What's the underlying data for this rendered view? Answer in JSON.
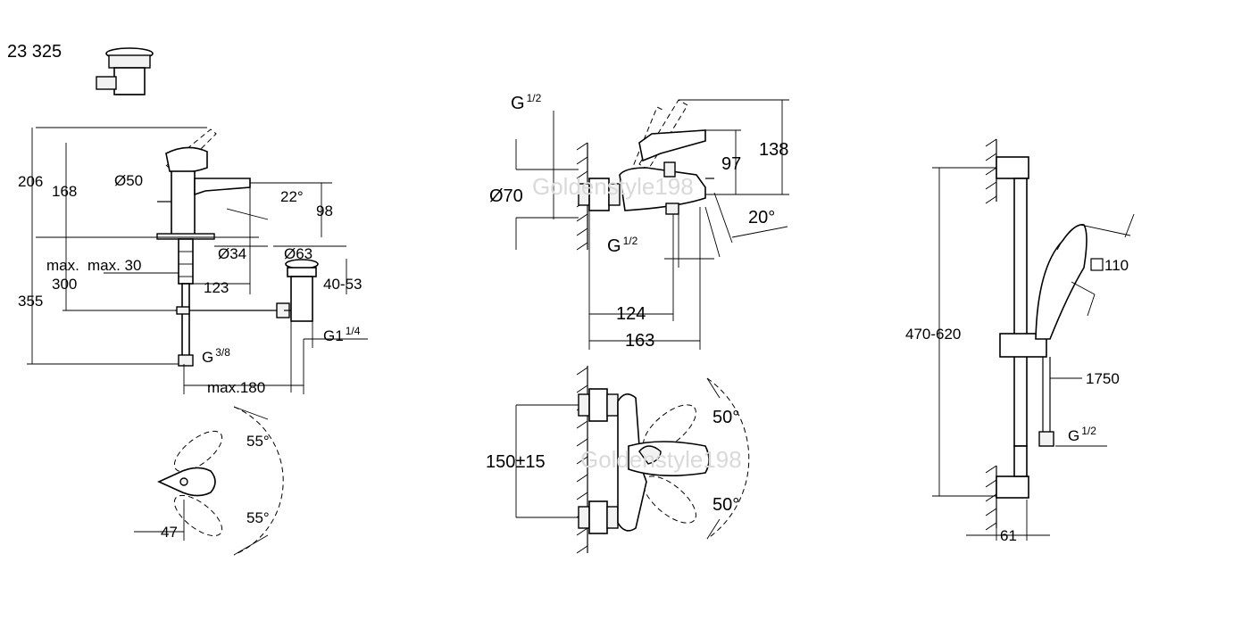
{
  "model_number": "23 325",
  "watermark": "Goldenstyle198",
  "basin_mixer": {
    "height_total": "206",
    "height_spout": "168",
    "body_diameter": "Ø50",
    "spout_angle": "22°",
    "spout_height": "98",
    "max_label": "max.",
    "max_30": "max. 30",
    "dim_300": "300",
    "base_diameter": "Ø34",
    "waste_diameter": "Ø63",
    "reach": "123",
    "range_40_53": "40-53",
    "height_355": "355",
    "waste_thread": "G1",
    "waste_thread_frac": "1/4",
    "hose_thread": "G",
    "hose_thread_frac": "3/8",
    "max_180": "max.180",
    "lever_angle_top": "55°",
    "lever_angle_bottom": "55°",
    "dim_47": "47"
  },
  "bath_mixer": {
    "inlet_thread_top": "G",
    "inlet_thread_top_frac": "1/2",
    "escutcheon_diameter": "Ø70",
    "dim_97": "97",
    "dim_138": "138",
    "angle_20": "20°",
    "outlet_thread": "G",
    "outlet_thread_frac": "1/2",
    "dim_124": "124",
    "dim_163": "163",
    "centres": "150±15",
    "lever_angle_top": "50°",
    "lever_angle_bottom": "50°"
  },
  "shower_rail": {
    "rail_range": "470-620",
    "head_size": "110",
    "hose_length": "1750",
    "connection_thread": "G",
    "connection_thread_frac": "1/2",
    "wall_offset": "61"
  }
}
